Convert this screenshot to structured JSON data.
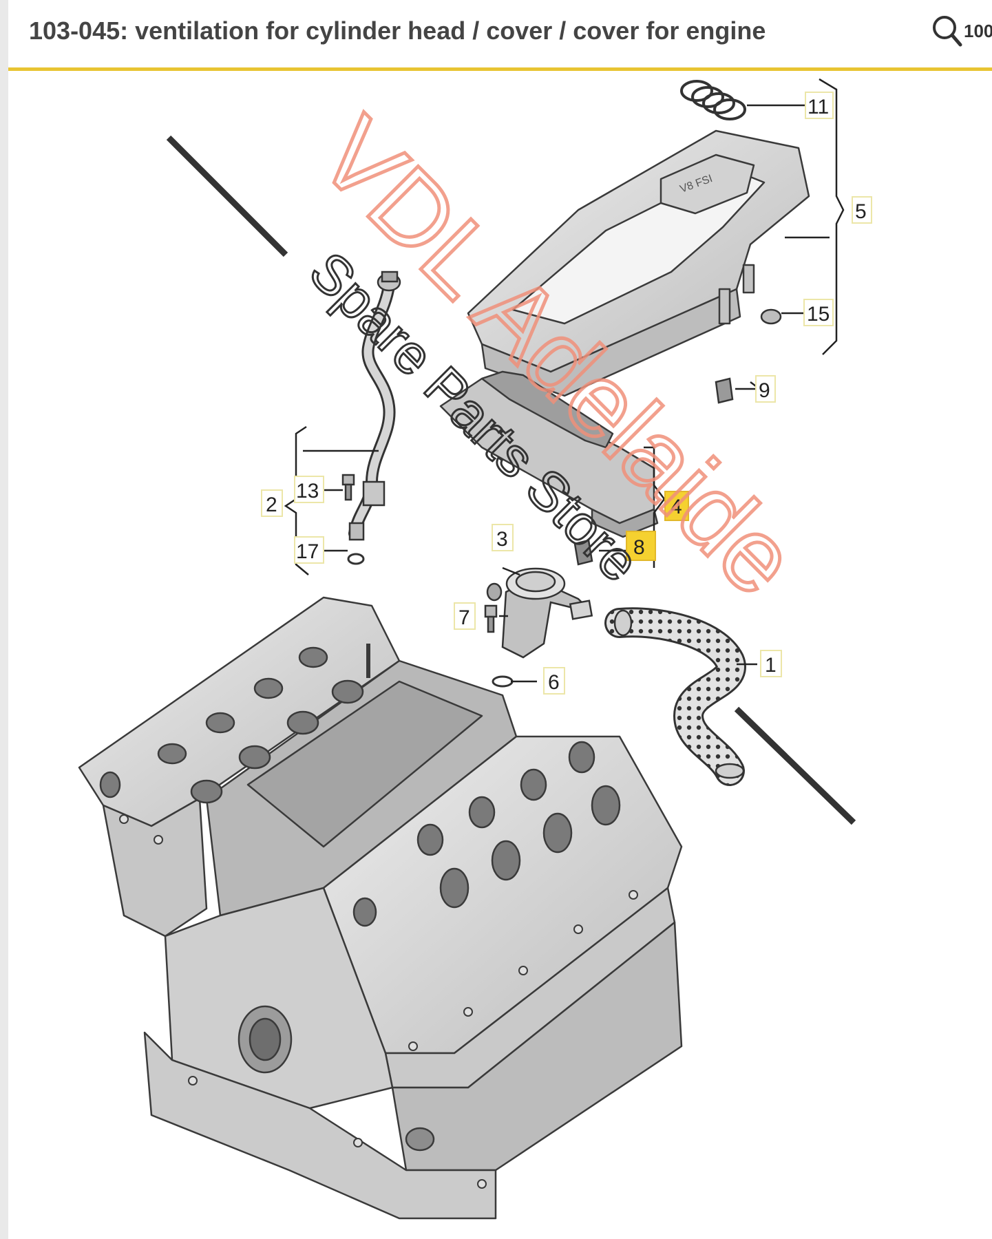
{
  "header": {
    "title": "103-045: ventilation for cylinder head / cover / cover for engine",
    "zoom_label": "100"
  },
  "callouts": [
    {
      "id": "11",
      "label": "11",
      "highlighted": false
    },
    {
      "id": "5",
      "label": "5",
      "highlighted": false
    },
    {
      "id": "15",
      "label": "15",
      "highlighted": false
    },
    {
      "id": "9",
      "label": "9",
      "highlighted": false
    },
    {
      "id": "4",
      "label": "4",
      "highlighted": true
    },
    {
      "id": "8",
      "label": "8",
      "highlighted": true
    },
    {
      "id": "3",
      "label": "3",
      "highlighted": false
    },
    {
      "id": "7",
      "label": "7",
      "highlighted": false
    },
    {
      "id": "6",
      "label": "6",
      "highlighted": false
    },
    {
      "id": "1",
      "label": "1",
      "highlighted": false
    },
    {
      "id": "2",
      "label": "2",
      "highlighted": false
    },
    {
      "id": "13",
      "label": "13",
      "highlighted": false
    },
    {
      "id": "17",
      "label": "17",
      "highlighted": false
    }
  ],
  "watermark": {
    "main": "VDL Adelaide",
    "sub": "Spare Parts Store"
  },
  "colors": {
    "accent": "#e8c432",
    "highlight": "#f5d130",
    "watermark": "#f0907a"
  }
}
